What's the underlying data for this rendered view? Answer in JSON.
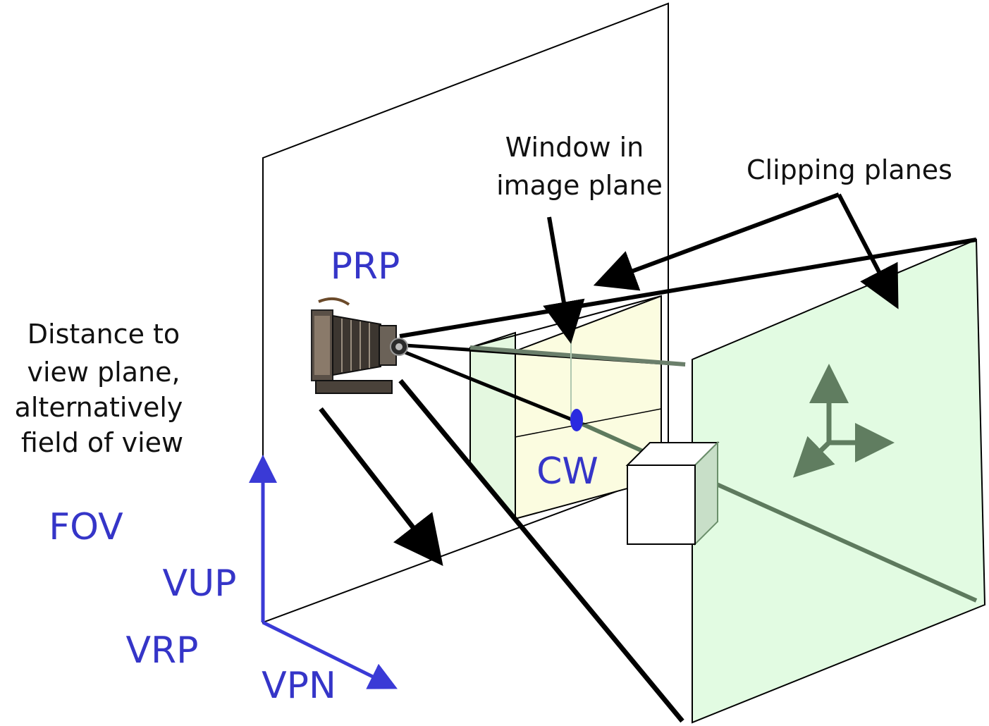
{
  "labels": {
    "window_line1": "Window in",
    "window_line2": "image plane",
    "clipping": "Clipping planes",
    "prp": "PRP",
    "distance_line1": "Distance to",
    "distance_line2": "view plane,",
    "distance_line3": "alternatively",
    "distance_line4": "field of view",
    "cw": "CW",
    "fov": "FOV",
    "vup": "VUP",
    "vrp": "VRP",
    "vpn": "VPN"
  },
  "colors": {
    "label_blue": "#3535c8",
    "axis_blue": "#3a3ad6",
    "arrow_black": "#000000",
    "far_plane_fill": "#e2fbe2",
    "near_plane_fill": "#e4f8e0",
    "window_fill": "#fbfce0",
    "plane_edge": "#6b8f6b",
    "axes_green": "#607d60"
  },
  "icons": {
    "camera": "bellows-camera-icon"
  }
}
